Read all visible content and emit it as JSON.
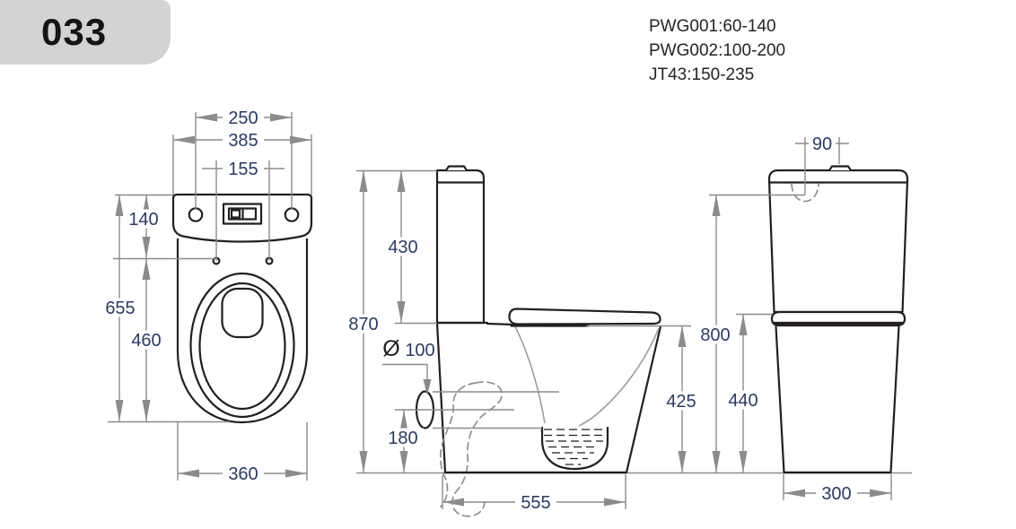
{
  "badge": {
    "label": "033"
  },
  "product_codes": {
    "line1": "PWG001:60-140",
    "line2": "PWG002:100-200",
    "line3": "JT43:150-235"
  },
  "dims": {
    "top_view": {
      "bolt_spacing": "250",
      "tank_width": "385",
      "hinge_spacing": "155",
      "tank_depth": "140",
      "total_depth": "655",
      "seat_cutout_depth": "460",
      "front_width": "360"
    },
    "side_view": {
      "tank_height": "430",
      "total_height": "870",
      "outlet_symbol": "Ø",
      "outlet_diameter": "100",
      "outlet_center_height": "180",
      "bowl_height": "425",
      "base_depth": "555"
    },
    "back_view": {
      "button_offset": "90",
      "inlet_height": "800",
      "seat_height": "440",
      "base_width": "300"
    }
  },
  "colors": {
    "outline": "#231f20",
    "dimension_line": "#8b8b8b",
    "dimension_text": "#283b66",
    "badge_bg": "#d2d3d5",
    "header_text": "#242428"
  }
}
